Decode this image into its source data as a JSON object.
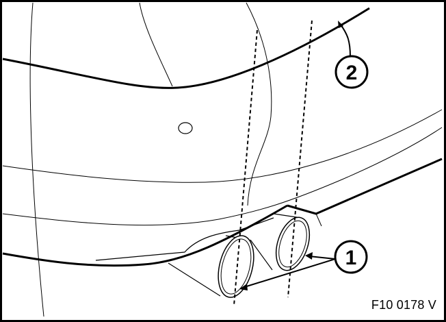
{
  "figure": {
    "id": "F10 0178 V",
    "callouts": [
      {
        "label": "1"
      },
      {
        "label": "2"
      }
    ]
  },
  "colors": {
    "line": "#000000",
    "background": "#ffffff"
  }
}
